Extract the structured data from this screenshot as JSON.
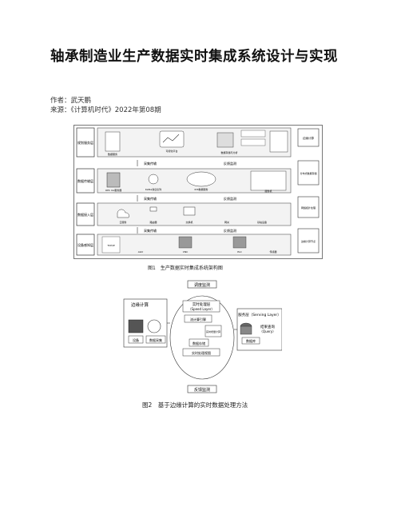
{
  "title": "轴承制造业生产数据实时集成系统设计与实现",
  "author_line": "作者：武天鹏",
  "source_line": "来源：《计算机时代》2022年第08期",
  "figure1": {
    "caption": "图1　生产数据实时集成系统架构图",
    "layers": [
      {
        "label": "规划服务层"
      },
      {
        "label": "数据传输层"
      },
      {
        "label": "数据接入层"
      },
      {
        "label": "设备感知层"
      }
    ],
    "arrows": [
      {
        "up": "采集传输",
        "down": "反馈监测"
      },
      {
        "up": "采集传输",
        "down": "反馈监测"
      },
      {
        "up": "采集传输",
        "down": "反馈监测"
      }
    ],
    "right_boxes": [
      "边缘计算",
      "分布式数据存储",
      "网络拓扑处理",
      "边缘计算节点"
    ],
    "service_items": [
      "数据服务",
      "可视化平台",
      "数据清洗应用",
      "数据存储与分析"
    ],
    "transport_items": [
      "OPC UA服务器",
      "Kafka消息队列",
      "IDS数据服务",
      "服务机"
    ],
    "access_items": [
      "云服务",
      "路由器",
      "交换机",
      "网关",
      "基站设备"
    ],
    "device_items": [
      "TCP/IP",
      "AGV",
      "CNC",
      "PLC",
      "传感器"
    ]
  },
  "figure2": {
    "caption": "图2　基于边缘计算的实时数据处理方法",
    "top_label": "调度监测",
    "bottom_label": "反馈监测",
    "edge_label": "边缘计算",
    "device_label": "设备",
    "data_collect_label": "数据采集",
    "speed_title": "实时处理层",
    "speed_sub": "（Speed Layer）",
    "stream_label": "流计算引擎",
    "realtime_label": "实时增量计算",
    "storage_label": "数据存储",
    "view_label": "实时处理视图",
    "serving_label": "服务层（Serving Layer）",
    "query_label": "结果查询",
    "query_sub": "（Query）",
    "db_label": "数据库"
  }
}
